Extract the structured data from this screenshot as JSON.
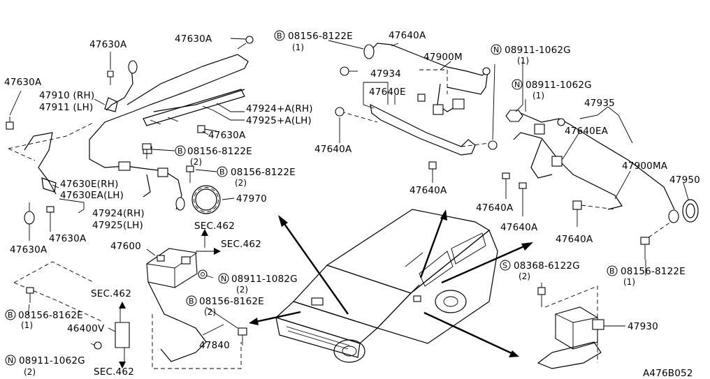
{
  "diagram": {
    "drawing_code": "A476B052",
    "labels": {
      "p47630a_top": "47630A",
      "p47630a_top2": "47630A",
      "p47630a_left": "47630A",
      "p47910": "47910 (RH)",
      "p47911": "47911 (LH)",
      "p47924a": "47924+A(RH)",
      "p47925a": "47925+A(LH)",
      "p47630a_mid": "47630A",
      "b08156_8122e_a": "08156-8122E",
      "b08156_8122e_a_qty": "(2)",
      "b08156_8122e_b": "08156-8122E",
      "b08156_8122e_b_qty": "(2)",
      "p47630e": "47630E(RH)",
      "p47630ea": "47630EA(LH)",
      "p47924": "47924(RH)",
      "p47925": "47925(LH)",
      "p47970": "47970",
      "p47630a_bl1": "47630A",
      "p47630a_bl2": "47630A",
      "sec462_a": "SEC.462",
      "sec462_b": "SEC.462",
      "p47600": "47600",
      "n08911_1082g": "08911-1082G",
      "n08911_1082g_qty": "(2)",
      "sec462_c": "SEC.462",
      "b08156_8162e_a": "08156-8162E",
      "b08156_8162e_a_qty": "(1)",
      "b08156_8162e_b": "08156-8162E",
      "b08156_8162e_b_qty": "(2)",
      "p46400v": "46400V",
      "p47840": "47840",
      "n08911_1062g_bl": "08911-1062G",
      "n08911_1062g_bl_qty": "(2)",
      "sec462_d": "SEC.462",
      "b08156_8122e_top": "08156-8122E",
      "b08156_8122e_top_qty": "(1)",
      "p47640a_top": "47640A",
      "p47900m": "47900M",
      "p47934": "47934",
      "p47640e": "47640E",
      "p47640a_l": "47640A",
      "p47640a_c": "47640A",
      "n08911_1062g_a": "08911-1062G",
      "n08911_1062g_a_qty": "(1)",
      "n08911_1062g_b": "08911-1062G",
      "n08911_1062g_b_qty": "(1)",
      "p47935": "47935",
      "p47640ea": "47640EA",
      "p47900ma": "47900MA",
      "p47950": "47950",
      "p47640a_r1": "47640A",
      "p47640a_r2": "47640A",
      "p47640a_r3": "47640A",
      "s08368_6122g": "08368-6122G",
      "s08368_6122g_qty": "(2)",
      "b08156_8122e_r": "08156-8122E",
      "b08156_8122e_r_qty": "(1)",
      "p47930": "47930"
    },
    "prefix_letters": {
      "b": "B",
      "n": "N",
      "s": "S"
    }
  }
}
